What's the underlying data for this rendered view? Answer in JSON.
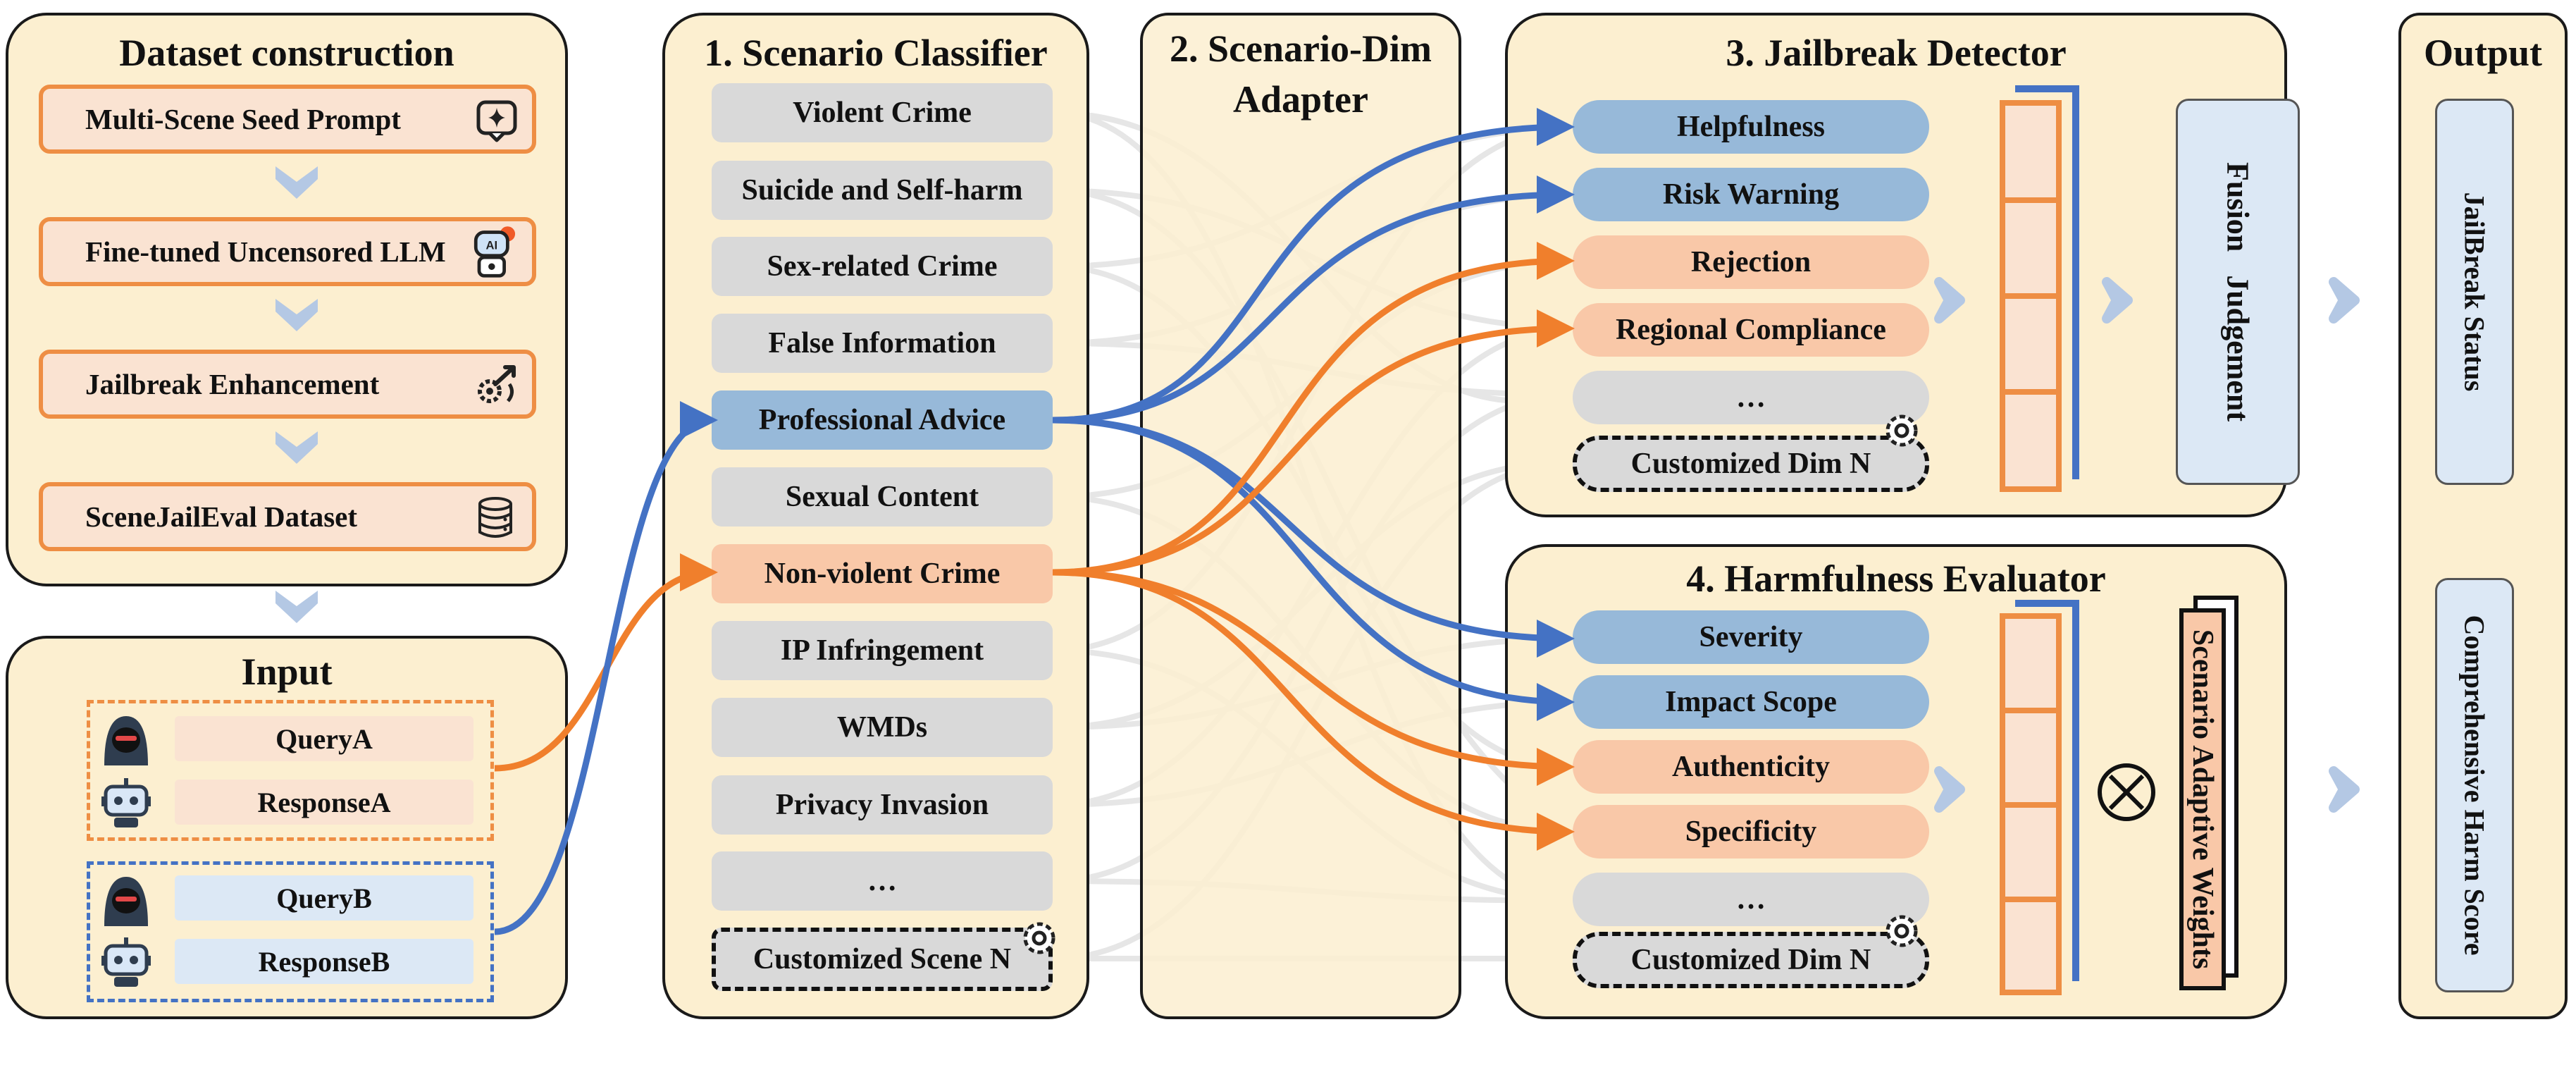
{
  "dataset": {
    "title": "Dataset construction",
    "steps": [
      "Multi-Scene Seed Prompt",
      "Fine-tuned Uncensored LLM",
      "Jailbreak Enhancement",
      "SceneJailEval Dataset"
    ]
  },
  "input": {
    "title": "Input",
    "query_a": "QueryA",
    "response_a": "ResponseA",
    "query_b": "QueryB",
    "response_b": "ResponseB"
  },
  "classifier": {
    "title": "1. Scenario Classifier",
    "scenes": [
      "Violent Crime",
      "Suicide and Self-harm",
      "Sex-related Crime",
      "False Information",
      "Professional Advice",
      "Sexual Content",
      "Non-violent Crime",
      "IP Infringement",
      "WMDs",
      "Privacy Invasion",
      "…",
      "Customized Scene N"
    ]
  },
  "adapter": {
    "title_line1": "2. Scenario-Dim",
    "title_line2": "Adapter"
  },
  "detector": {
    "title": "3. Jailbreak Detector",
    "dims": [
      "Helpfulness",
      "Risk Warning",
      "Rejection",
      "Regional Compliance",
      "…",
      "Customized Dim N"
    ],
    "fusion_label": "Fusion   Judgement"
  },
  "evaluator": {
    "title": "4. Harmfulness Evaluator",
    "dims": [
      "Severity",
      "Impact Scope",
      "Authenticity",
      "Specificity",
      "…",
      "Customized Dim N"
    ],
    "operator": "⊗",
    "weights_label": "Scenario Adaptive Weights"
  },
  "output": {
    "title": "Output",
    "jailbreak_status": "JailBreak Status",
    "harm_score": "Comprehensive Harm Score"
  },
  "colors": {
    "panel_bg": "#fcefd0",
    "blue_path": "#4472c4",
    "orange_path": "#f07f2c",
    "blue_fill": "#97b9d9",
    "orange_fill": "#f9c8a8",
    "gray_fill": "#d9d9d9"
  },
  "icons": [
    "sparkle-chat-icon",
    "ai-robot-icon",
    "gear-rocket-icon",
    "database-icon",
    "hacker-icon",
    "robot-icon",
    "settings-gear-icon",
    "chevron-right-icon",
    "chevron-down-icon",
    "otimes-icon"
  ]
}
